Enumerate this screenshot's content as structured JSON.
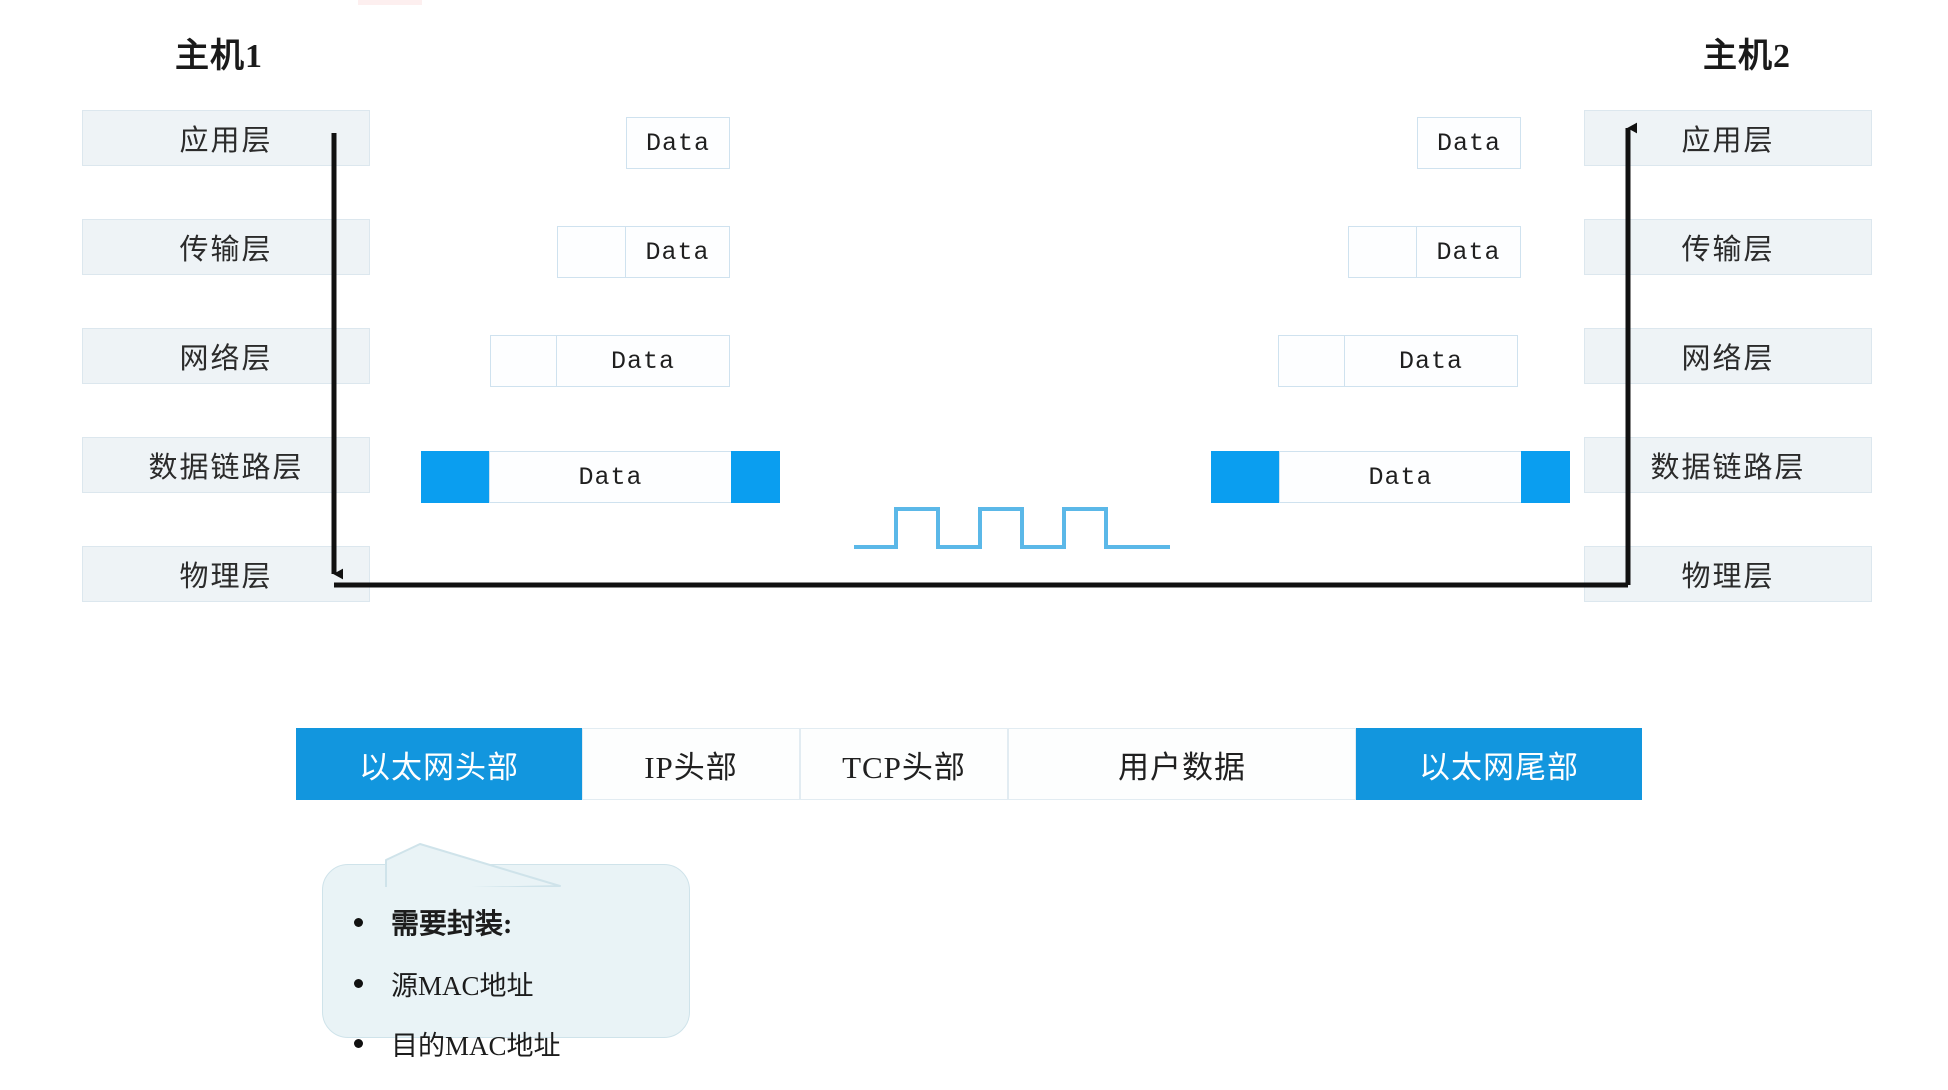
{
  "hosts": {
    "left": {
      "title": "主机1"
    },
    "right": {
      "title": "主机2"
    }
  },
  "layers": [
    {
      "id": "application",
      "label": "应用层"
    },
    {
      "id": "transport",
      "label": "传输层"
    },
    {
      "id": "network",
      "label": "网络层"
    },
    {
      "id": "datalink",
      "label": "数据链路层"
    },
    {
      "id": "physical",
      "label": "物理层"
    }
  ],
  "pdu_label": "Data",
  "pdus": {
    "left": [
      {
        "layer": "application",
        "segments": [
          {
            "type": "data",
            "label": "Data"
          }
        ]
      },
      {
        "layer": "transport",
        "segments": [
          {
            "type": "header",
            "label": ""
          },
          {
            "type": "data",
            "label": "Data"
          }
        ]
      },
      {
        "layer": "network",
        "segments": [
          {
            "type": "header",
            "label": ""
          },
          {
            "type": "data",
            "label": "Data"
          }
        ]
      },
      {
        "layer": "datalink",
        "segments": [
          {
            "type": "accent",
            "label": ""
          },
          {
            "type": "data",
            "label": "Data"
          },
          {
            "type": "accent",
            "label": ""
          }
        ]
      }
    ],
    "right": [
      {
        "layer": "application",
        "segments": [
          {
            "type": "data",
            "label": "Data"
          }
        ]
      },
      {
        "layer": "transport",
        "segments": [
          {
            "type": "header",
            "label": ""
          },
          {
            "type": "data",
            "label": "Data"
          }
        ]
      },
      {
        "layer": "network",
        "segments": [
          {
            "type": "header",
            "label": ""
          },
          {
            "type": "data",
            "label": "Data"
          }
        ]
      },
      {
        "layer": "datalink",
        "segments": [
          {
            "type": "accent",
            "label": ""
          },
          {
            "type": "data",
            "label": "Data"
          },
          {
            "type": "accent",
            "label": ""
          }
        ]
      }
    ]
  },
  "signal": {
    "name": "square-wave-signal",
    "pulses": 3,
    "color": "#5bb8e8"
  },
  "frame_bar": [
    {
      "id": "ethernet-header",
      "label": "以太网头部",
      "accent": true
    },
    {
      "id": "ip-header",
      "label": "IP头部",
      "accent": false
    },
    {
      "id": "tcp-header",
      "label": "TCP头部",
      "accent": false
    },
    {
      "id": "user-data",
      "label": "用户数据",
      "accent": false
    },
    {
      "id": "ethernet-trailer",
      "label": "以太网尾部",
      "accent": true
    }
  ],
  "callout": {
    "lines": [
      {
        "text": "需要封装:",
        "bold": true
      },
      {
        "text": "源MAC地址",
        "bold": false
      },
      {
        "text": "目的MAC地址",
        "bold": false
      }
    ]
  },
  "colors": {
    "accent_blue": "#1296de",
    "block_blue": "#0a9ef0",
    "layer_fill": "#eef3f6",
    "layer_border": "#dce7ee",
    "pdu_border": "#cfe2ef",
    "signal_blue": "#5bb8e8",
    "callout_fill": "#e9f3f6",
    "arrow_black": "#111111"
  }
}
